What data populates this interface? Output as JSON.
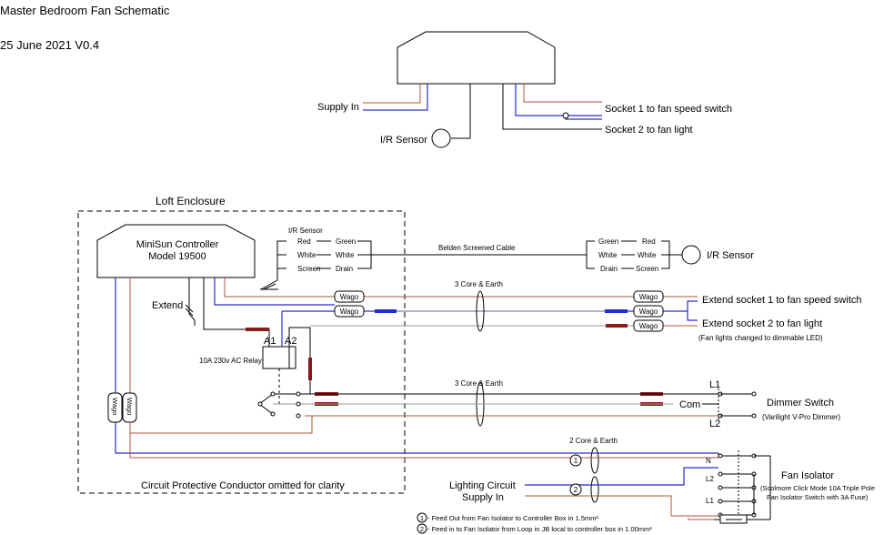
{
  "header": {
    "title": "Master Bedroom Fan Schematic",
    "date_version": "25 June 2021 V0.4"
  },
  "overview": {
    "supply_in": "Supply In",
    "ir_sensor": "I/R Sensor",
    "socket1": "Socket 1 to fan speed switch",
    "socket2": "Socket 2 to fan light"
  },
  "enclosure": {
    "title": "Loft Enclosure",
    "controller_line1": "MiniSun Controller",
    "controller_line2": "Model 19500",
    "extend": "Extend",
    "relay_a1": "A1",
    "relay_a2": "A2",
    "relay_label": "10A 230v AC Relay",
    "wago": "Wago",
    "footer_note": "Circuit Protective Conductor omitted for clarity"
  },
  "ir_block": {
    "title": "I/R Sensor",
    "rows": [
      {
        "left": "Red",
        "right": "Green"
      },
      {
        "left": "White",
        "right": "White"
      },
      {
        "left": "Screen",
        "right": "Drain"
      }
    ],
    "cable": "Belden Screened Cable",
    "remote_rows": [
      {
        "left": "Green",
        "right": "Red"
      },
      {
        "left": "White",
        "right": "White"
      },
      {
        "left": "Drain",
        "right": "Screen"
      }
    ],
    "remote_sensor": "I/R Sensor"
  },
  "cables": {
    "core3_top": "3 Core & Earth",
    "core3_mid": "3 Core & Earth",
    "core2": "2 Core & Earth"
  },
  "outputs": {
    "extend1": "Extend socket 1 to fan speed switch",
    "extend2": "Extend socket 2 to fan light",
    "extend_note": "(Fan lights changed to dimmable LED)"
  },
  "dimmer": {
    "l1": "L1",
    "com": "Com",
    "l2": "L2",
    "title": "Dimmer Switch",
    "subtitle": "(Varilight V-Pro Dimmer)"
  },
  "isolator": {
    "n": "N",
    "l2": "L2",
    "l1": "L1",
    "title": "Fan Isolator",
    "sub1": "(Scolmore Click Mode 10A Triple Pole",
    "sub2": "Fan Isolator Switch with 3A Fuse)"
  },
  "lighting": {
    "line1": "Lighting Circuit",
    "line2": "Supply In",
    "marker1": "1",
    "marker2": "2"
  },
  "notes": {
    "note1": "- Feed Out from Fan Isolator to Controller Box in 1.5mm²",
    "note2": "- Feed in to Fan Isolator from Loop in JB local to controller box in 1.00mm²"
  },
  "colors": {
    "live_brown": "#b3533a",
    "neutral_blue": "#2b2bcc",
    "sleeve_red": "#8b1a1a",
    "sleeve_blue": "#1f2fd6"
  }
}
